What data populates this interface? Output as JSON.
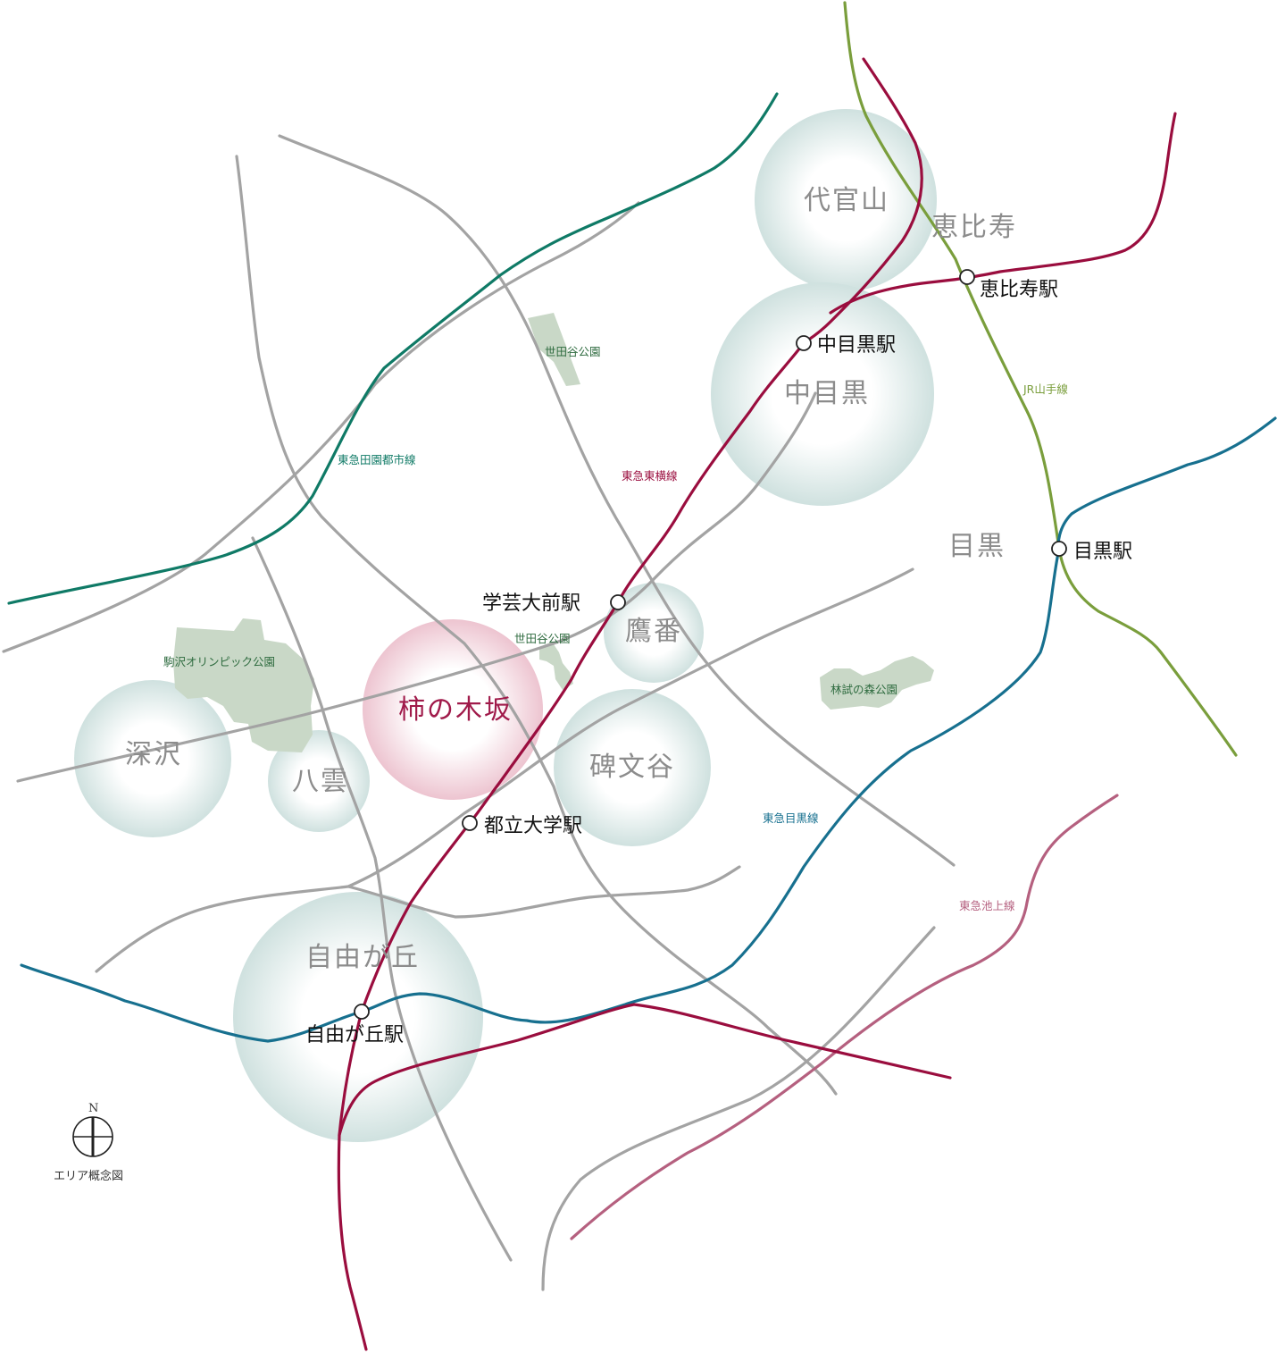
{
  "colors": {
    "toyoko": "#9a0d3e",
    "denentoshi": "#0f7a66",
    "meguro": "#17708f",
    "ikegami": "#b5607f",
    "yamanote": "#7a9e3c",
    "road": "#a3a3a3",
    "park": "#c9d8c7",
    "area_circle": "#cfe1df",
    "focus_circle": "#edc4d0"
  },
  "areas": {
    "daikanyama": "代官山",
    "ebisu": "恵比寿",
    "nakameguro": "中目黒",
    "meguro": "目黒",
    "takaban": "鷹番",
    "himonya": "碑文谷",
    "kakinokizaka": "柿の木坂",
    "fukasawa": "深沢",
    "yakumo": "八雲",
    "jiyugaoka": "自由が丘"
  },
  "stations": {
    "ebisu": "恵比寿駅",
    "nakameguro": "中目黒駅",
    "meguro": "目黒駅",
    "gakugeidaigaku": "学芸大前駅",
    "toritsudaigaku": "都立大学駅",
    "jiyugaoka": "自由が丘駅"
  },
  "lines": {
    "denentoshi": "東急田園都市線",
    "toyoko": "東急東横線",
    "yamanote": "JR山手線",
    "meguro": "東急目黒線",
    "ikegami": "東急池上線"
  },
  "parks": {
    "setagaya_north": "世田谷公園",
    "setagaya_south": "世田谷公園",
    "komazawa": "駒沢オリンピック公園",
    "rinshi": "林試の森公園"
  },
  "compass": {
    "north": "N",
    "caption": "エリア概念図"
  }
}
